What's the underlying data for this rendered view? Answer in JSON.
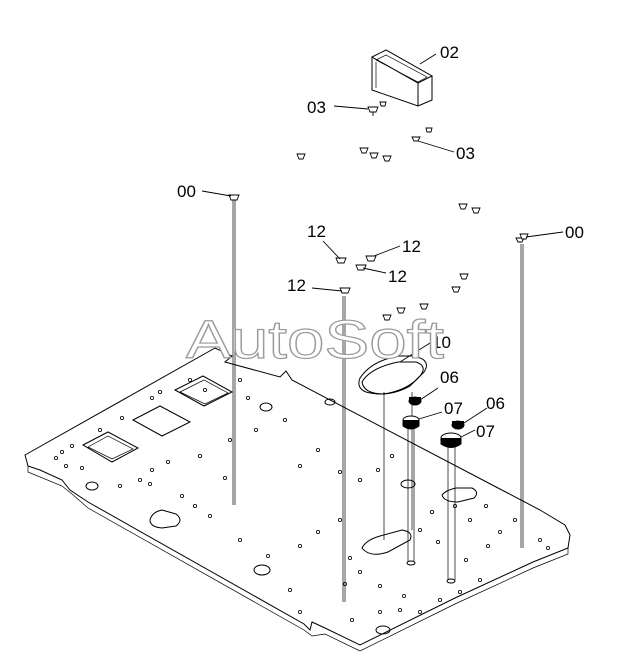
{
  "watermark": "AutoSoft",
  "callouts": {
    "c00_left": "00",
    "c00_right": "00",
    "c02": "02",
    "c03_left": "03",
    "c03_right": "03",
    "c12_top": "12",
    "c12_mid_right": "12",
    "c12_lower_right": "12",
    "c12_left": "12",
    "c10": "10",
    "c06_upper": "06",
    "c06_right": "06",
    "c07_mid": "07",
    "c07_right": "07"
  },
  "colors": {
    "line": "#000000",
    "background": "#ffffff",
    "watermark_outline": "#9a9a9a"
  }
}
